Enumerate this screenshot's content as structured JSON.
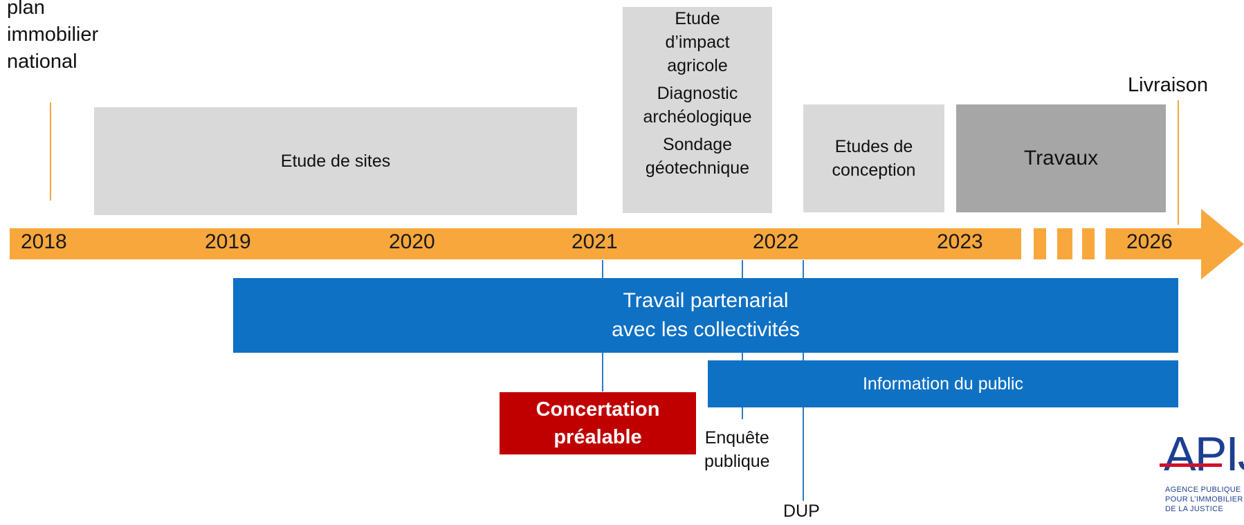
{
  "labels": {
    "plan_line1": "plan",
    "plan_line2": "immobilier",
    "plan_line3": "national",
    "livraison": "Livraison",
    "dup": "DUP",
    "enquete_line1": "Enquête",
    "enquete_line2": "publique"
  },
  "phases": {
    "etude_sites": "Etude de sites",
    "impact_line1": "Etude",
    "impact_line2": "d’impact",
    "impact_line3": "agricole",
    "diag_line1": "Diagnostic",
    "diag_line2": "archéologique",
    "sondage_line1": "Sondage",
    "sondage_line2": "géotechnique",
    "conception_line1": "Etudes de",
    "conception_line2": "conception",
    "travaux": "Travaux"
  },
  "timeline": {
    "years": [
      "2018",
      "2019",
      "2020",
      "2021",
      "2022",
      "2023",
      "2026"
    ]
  },
  "bars": {
    "partenarial_line1": "Travail partenarial",
    "partenarial_line2": "avec les collectivités",
    "information": "Information du public",
    "concertation_line1": "Concertation",
    "concertation_line2": "préalable"
  },
  "logo": {
    "name": "APIJ",
    "line1": "AGENCE PUBLIQUE",
    "line2": "POUR L’IMMOBILIER",
    "line3": "DE LA JUSTICE"
  },
  "colors": {
    "timeline": "#f8a73d",
    "blue": "#0f71c4",
    "red": "#c00000",
    "grey_light": "#d9d9d9",
    "grey_dark": "#a6a6a6"
  }
}
